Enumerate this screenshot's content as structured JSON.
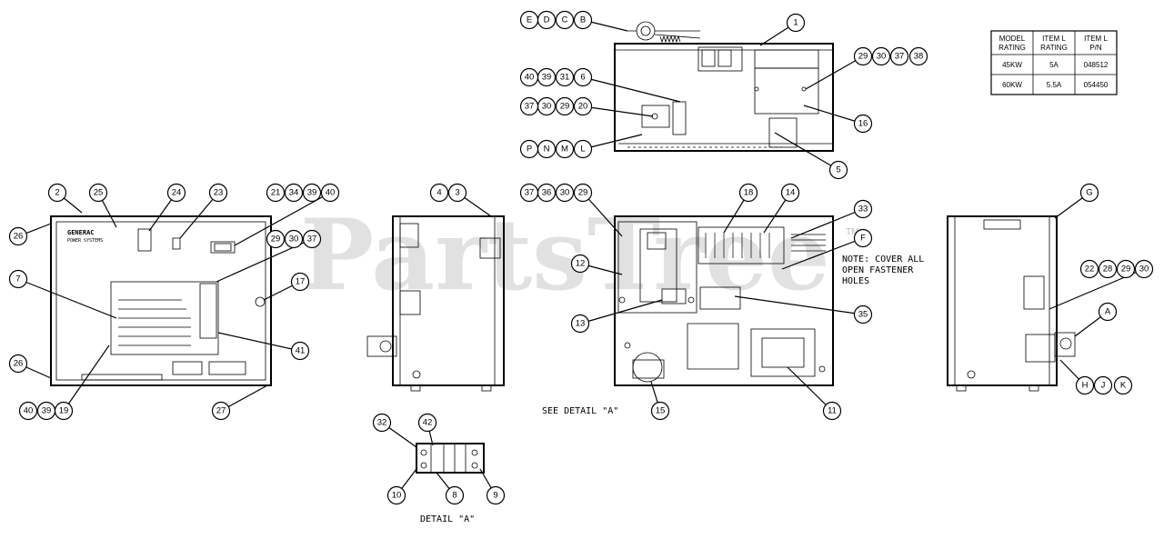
{
  "watermark": "PartsTree",
  "watermark_tm": "TM",
  "brand_label": "GENERAC",
  "brand_sub": "POWER SYSTEMS",
  "note": [
    "NOTE: COVER ALL",
    "OPEN FASTENER",
    "HOLES"
  ],
  "see_detail": "SEE DETAIL \"A\"",
  "detail_label": "DETAIL \"A\"",
  "table": {
    "headers": [
      [
        "MODEL",
        "RATING"
      ],
      [
        "ITEM L",
        "RATING"
      ],
      [
        "ITEM L",
        "P/N"
      ]
    ],
    "rows": [
      [
        "45KW",
        "5A",
        "048512"
      ],
      [
        "60KW",
        "5.5A",
        "054450"
      ]
    ]
  },
  "callouts": {
    "c_E": "E",
    "c_D": "D",
    "c_C": "C",
    "c_B": "B",
    "c_1": "1",
    "c_29a": "29",
    "c_30a": "30",
    "c_37a": "37",
    "c_38": "38",
    "c_40a": "40",
    "c_39a": "39",
    "c_31": "31",
    "c_6": "6",
    "c_37b": "37",
    "c_30b": "30",
    "c_29b": "29",
    "c_20": "20",
    "c_16": "16",
    "c_P": "P",
    "c_N": "N",
    "c_M": "M",
    "c_L": "L",
    "c_5": "5",
    "c_2": "2",
    "c_25": "25",
    "c_24": "24",
    "c_23": "23",
    "c_21": "21",
    "c_34": "34",
    "c_39b": "39",
    "c_40b": "40",
    "c_26a": "26",
    "c_29c": "29",
    "c_30c": "30",
    "c_37c": "37",
    "c_7": "7",
    "c_17": "17",
    "c_41": "41",
    "c_26b": "26",
    "c_40c": "40",
    "c_39c": "39",
    "c_19": "19",
    "c_27": "27",
    "c_4": "4",
    "c_3": "3",
    "c_37d": "37",
    "c_36": "36",
    "c_30d": "30",
    "c_29d": "29",
    "c_18": "18",
    "c_14": "14",
    "c_33": "33",
    "c_F": "F",
    "c_12": "12",
    "c_13": "13",
    "c_35": "35",
    "c_15": "15",
    "c_11": "11",
    "c_G": "G",
    "c_22": "22",
    "c_28": "28",
    "c_29e": "29",
    "c_30e": "30",
    "c_A": "A",
    "c_H": "H",
    "c_J": "J",
    "c_K": "K",
    "c_32": "32",
    "c_42": "42",
    "c_10": "10",
    "c_8": "8",
    "c_9": "9"
  }
}
